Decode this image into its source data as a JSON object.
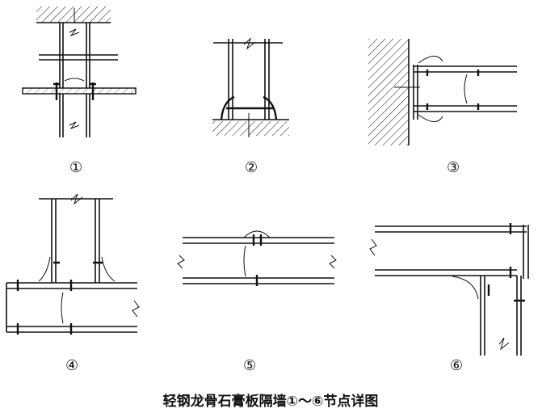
{
  "title": "轻钢龙骨石膏板隔墙①～⑥节点详图",
  "details": [
    {
      "label": "①"
    },
    {
      "label": "②"
    },
    {
      "label": "③"
    },
    {
      "label": "④"
    },
    {
      "label": "⑤"
    },
    {
      "label": "⑥"
    }
  ]
}
